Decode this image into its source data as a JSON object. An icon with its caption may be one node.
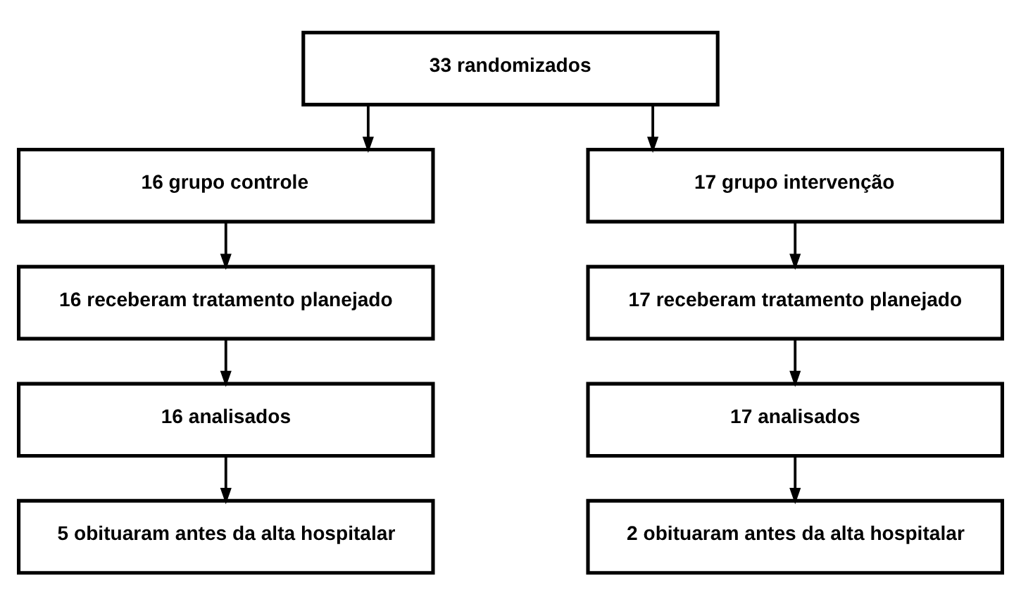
{
  "diagram": {
    "nodes": [
      {
        "text": [
          "33 randomizados"
        ]
      },
      {
        "text": [
          "16 grupo controle"
        ]
      },
      {
        "text": [
          "17 grupo intervenção"
        ]
      },
      {
        "text": [
          "16 receberam tratamento planejado"
        ]
      },
      {
        "text": [
          "17 receberam tratamento planejado"
        ]
      },
      {
        "text": [
          "16 analisados"
        ]
      },
      {
        "text": [
          "17 analisados"
        ]
      },
      {
        "text": [
          "5 obituaram antes da alta hospitalar"
        ]
      },
      {
        "text": [
          "2 obituaram antes da alta hospitalar"
        ]
      }
    ],
    "edges": [
      {
        "from": 0,
        "to": 1,
        "arrow": "to"
      },
      {
        "from": 0,
        "to": 2,
        "arrow": "to"
      },
      {
        "from": 1,
        "to": 3,
        "arrow": "to"
      },
      {
        "from": 2,
        "to": 4,
        "arrow": "to"
      },
      {
        "from": 3,
        "to": 5,
        "arrow": "to"
      },
      {
        "from": 4,
        "to": 6,
        "arrow": "to"
      },
      {
        "from": 5,
        "to": 7,
        "arrow": "to"
      },
      {
        "from": 6,
        "to": 8,
        "arrow": "to"
      }
    ]
  }
}
